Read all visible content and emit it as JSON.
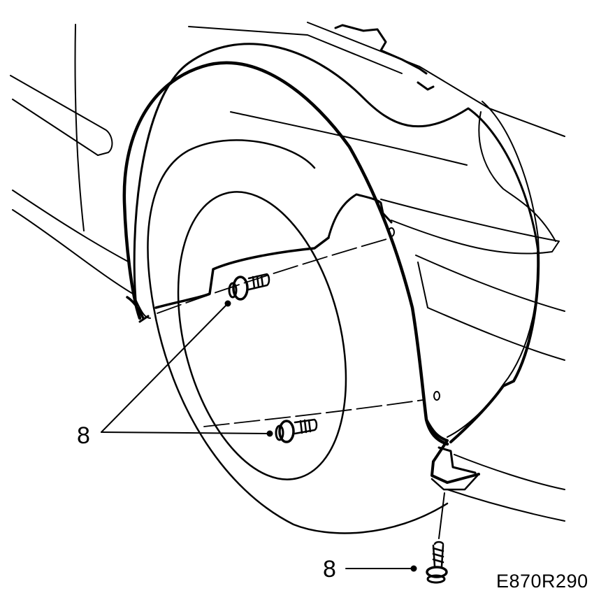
{
  "callouts": [
    {
      "label": "8"
    },
    {
      "label": "8"
    }
  ],
  "drawing_id": "E870R290",
  "colors": {
    "ink": "#000000",
    "paper": "#ffffff"
  }
}
